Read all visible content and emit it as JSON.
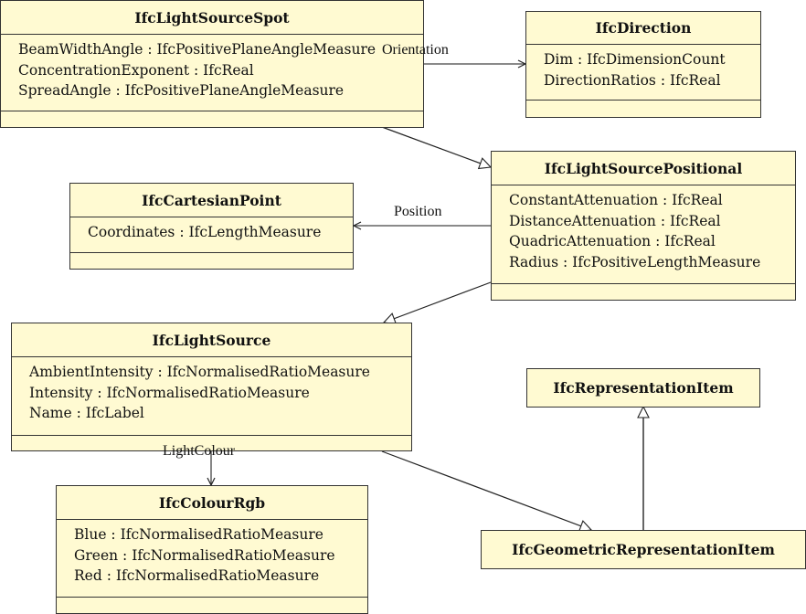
{
  "classes": [
    {
      "id": "spot",
      "name": "IfcLightSourceSpot",
      "attributes": [
        "BeamWidthAngle : IfcPositivePlaneAngleMeasure",
        "ConcentrationExponent : IfcReal",
        "SpreadAngle : IfcPositivePlaneAngleMeasure"
      ]
    },
    {
      "id": "direction",
      "name": "IfcDirection",
      "attributes": [
        "Dim : IfcDimensionCount",
        "DirectionRatios : IfcReal"
      ]
    },
    {
      "id": "positional",
      "name": "IfcLightSourcePositional",
      "attributes": [
        "ConstantAttenuation : IfcReal",
        "DistanceAttenuation : IfcReal",
        "QuadricAttenuation : IfcReal",
        "Radius : IfcPositiveLengthMeasure"
      ]
    },
    {
      "id": "cartesian",
      "name": "IfcCartesianPoint",
      "attributes": [
        "Coordinates : IfcLengthMeasure"
      ]
    },
    {
      "id": "lightsource",
      "name": "IfcLightSource",
      "attributes": [
        "AmbientIntensity : IfcNormalisedRatioMeasure",
        "Intensity : IfcNormalisedRatioMeasure",
        "Name : IfcLabel"
      ]
    },
    {
      "id": "repitem",
      "name": "IfcRepresentationItem",
      "attributes": null
    },
    {
      "id": "colour",
      "name": "IfcColourRgb",
      "attributes": [
        "Blue : IfcNormalisedRatioMeasure",
        "Green : IfcNormalisedRatioMeasure",
        "Red : IfcNormalisedRatioMeasure"
      ]
    },
    {
      "id": "geomitem",
      "name": "IfcGeometricRepresentationItem",
      "attributes": null
    }
  ],
  "associations": [
    {
      "from": "IfcLightSourceSpot",
      "to": "IfcDirection",
      "label": "Orientation"
    },
    {
      "from": "IfcLightSourcePositional",
      "to": "IfcCartesianPoint",
      "label": "Position"
    },
    {
      "from": "IfcLightSource",
      "to": "IfcColourRgb",
      "label": "LightColour"
    }
  ],
  "generalizations": [
    {
      "child": "IfcLightSourceSpot",
      "parent": "IfcLightSourcePositional"
    },
    {
      "child": "IfcLightSourcePositional",
      "parent": "IfcLightSource"
    },
    {
      "child": "IfcLightSource",
      "parent": "IfcGeometricRepresentationItem"
    },
    {
      "child": "IfcGeometricRepresentationItem",
      "parent": "IfcRepresentationItem"
    }
  ]
}
